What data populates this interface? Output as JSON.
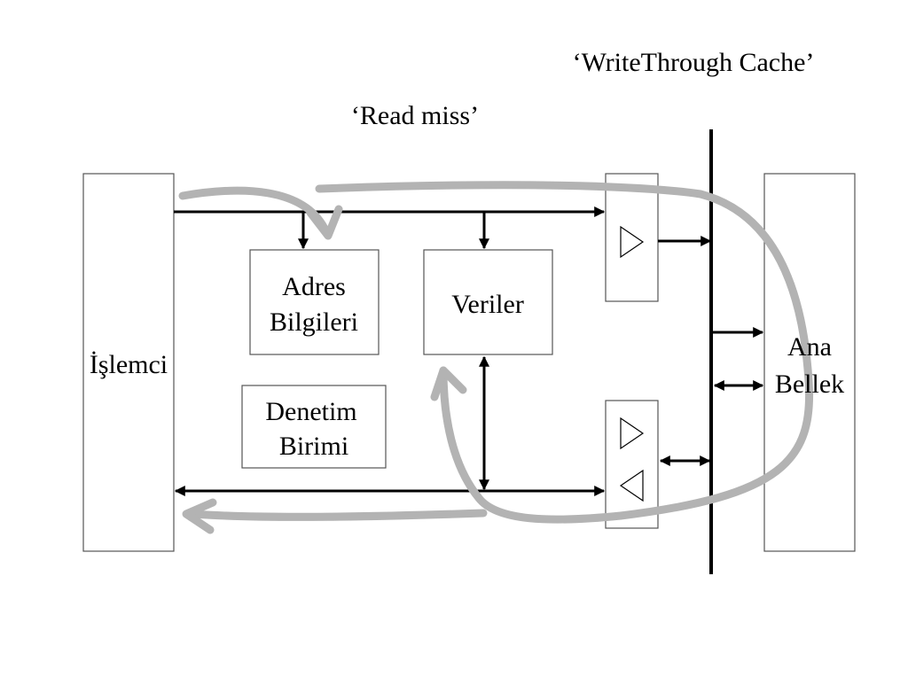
{
  "header": {
    "title": "‘WriteThrough Cache’",
    "subtitle": "‘Read miss’"
  },
  "blocks": {
    "processor": "İşlemci",
    "address_line1": "Adres",
    "address_line2": "Bilgileri",
    "data": "Veriler",
    "control_line1": "Denetim",
    "control_line2": "Birimi",
    "memory_line1": "Ana",
    "memory_line2": "Bellek"
  },
  "colors": {
    "line": "#000000",
    "flow": "#b3b3b3",
    "box_border": "#555555",
    "background": "#ffffff"
  }
}
